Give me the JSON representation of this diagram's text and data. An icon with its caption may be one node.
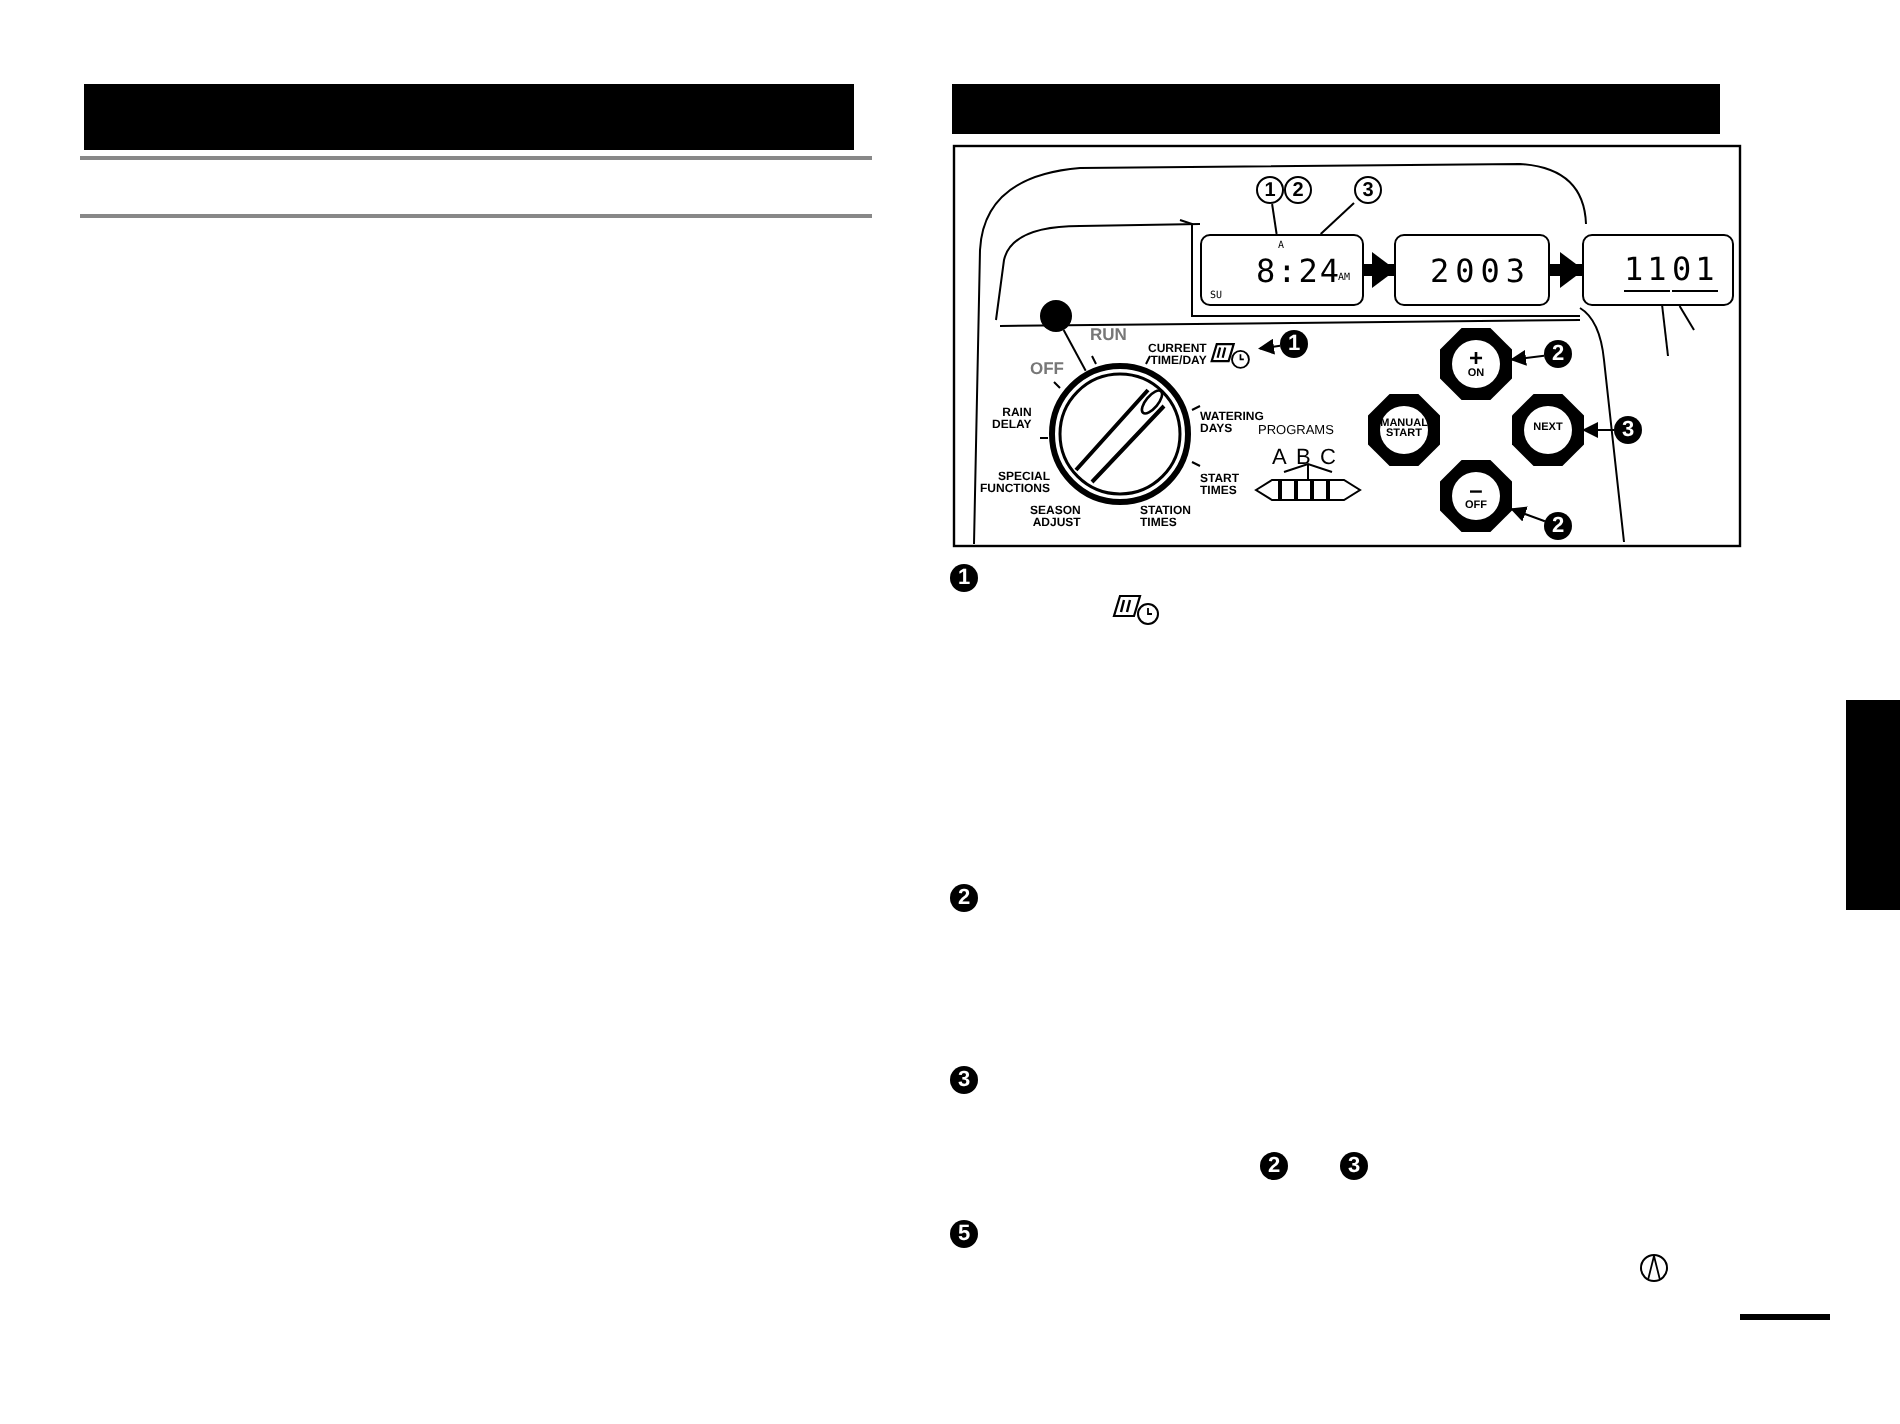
{
  "diagram": {
    "nodes": [
      {
        "text": [
          "1"
        ]
      },
      {
        "text": [
          "2"
        ]
      },
      {
        "text": [
          "3"
        ]
      },
      {
        "text": [
          "A",
          "8:24",
          "AM",
          "SU"
        ]
      },
      {
        "text": [
          "2003"
        ]
      },
      {
        "text": [
          "11",
          "01"
        ]
      },
      {
        "text": [],
        "shape": "circle"
      },
      {
        "text": [],
        "shape": "circle"
      },
      {
        "text": [
          "CURRENT TIME/DAY"
        ]
      },
      {
        "text": [
          "1"
        ]
      },
      {
        "text": [
          "+",
          "ON"
        ]
      },
      {
        "text": [
          "MANUAL START"
        ]
      },
      {
        "text": [
          "NEXT"
        ]
      },
      {
        "text": [
          "–",
          "OFF"
        ]
      },
      {
        "text": [
          "2"
        ]
      },
      {
        "text": [
          "3"
        ]
      },
      {
        "text": [
          "2"
        ]
      },
      {
        "text": [
          "1"
        ]
      },
      {
        "text": [
          "2"
        ]
      },
      {
        "text": [
          "3"
        ]
      },
      {
        "text": [
          "2"
        ]
      },
      {
        "text": [
          "3"
        ]
      },
      {
        "text": [
          "5"
        ]
      },
      {
        "text": [],
        "shape": "box"
      }
    ],
    "edges": [
      {
        "from": 0,
        "to": 3,
        "arrow": "none"
      },
      {
        "from": 2,
        "to": 3,
        "arrow": "none"
      },
      {
        "from": 3,
        "to": 4,
        "arrow": "to",
        "style": "thick"
      },
      {
        "from": 4,
        "to": 5,
        "arrow": "to",
        "style": "thick"
      },
      {
        "from": 5,
        "to": null,
        "arrow": "none"
      },
      {
        "from": 5,
        "to": null,
        "arrow": "none"
      },
      {
        "from": 6,
        "to": 7,
        "arrow": "none"
      },
      {
        "from": 9,
        "to": 8,
        "arrow": "to"
      },
      {
        "from": 14,
        "to": 10,
        "arrow": "to"
      },
      {
        "from": 15,
        "to": 12,
        "arrow": "to"
      },
      {
        "from": 16,
        "to": 13,
        "arrow": "to"
      }
    ],
    "labels": [
      "OFF",
      "RUN",
      "RAIN DELAY",
      "WATERING DAYS",
      "SPECIAL FUNCTIONS",
      "START TIMES",
      "SEASON ADJUST",
      "STATION TIMES",
      "PROGRAMS",
      "A",
      "B",
      "C"
    ]
  }
}
